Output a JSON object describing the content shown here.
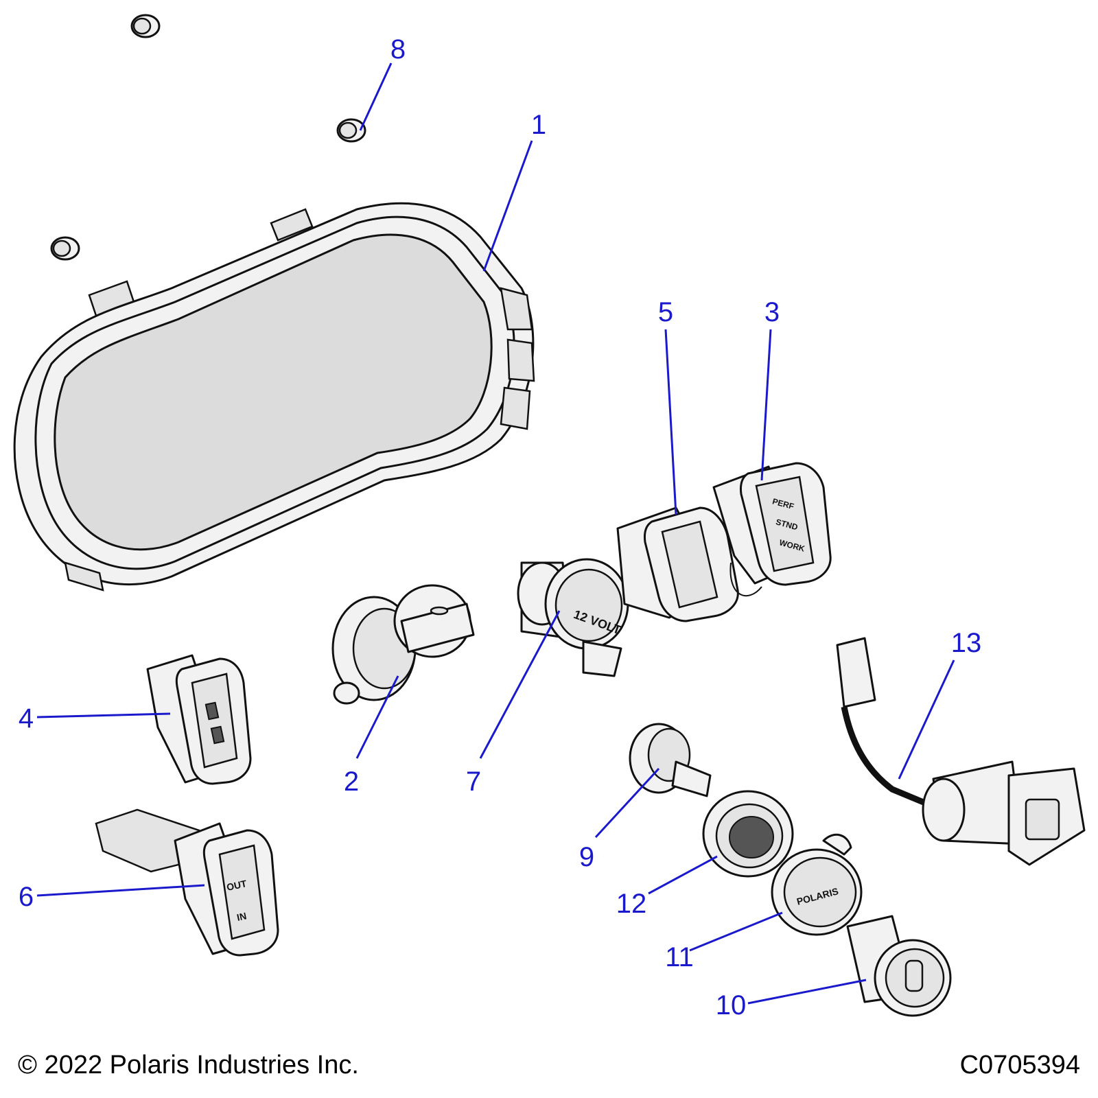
{
  "callouts": [
    "1",
    "2",
    "3",
    "4",
    "5",
    "6",
    "7",
    "8",
    "9",
    "10",
    "11",
    "12",
    "13"
  ],
  "part_labels": {
    "socket_12v": "12 VOLT",
    "switch_3_lines": [
      "PERF",
      "STND",
      "WORK"
    ],
    "switch_6_lines": [
      "OUT",
      "IN"
    ],
    "cap_11_logo": "POLARIS"
  },
  "footer": {
    "copyright": "© 2022 Polaris Industries Inc.",
    "figure_id": "C0705394"
  },
  "colors": {
    "callout": "#1a1acc",
    "outline": "#111111",
    "fill": "#f2f2f2"
  }
}
